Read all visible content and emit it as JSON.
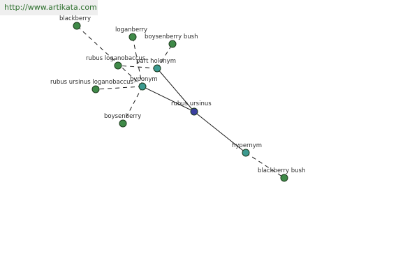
{
  "watermark": {
    "text": "http://www.artikata.com"
  },
  "colors": {
    "root": "#3a3fa0",
    "relation": "#3c9a90",
    "leaf": "#3f8a48"
  },
  "graph": {
    "nodes": [
      {
        "id": "root",
        "label": "rubus ursinus",
        "kind": "root"
      },
      {
        "id": "part-holonym",
        "label": "part holonym",
        "kind": "relation"
      },
      {
        "id": "hyponym",
        "label": "hyponym",
        "kind": "relation"
      },
      {
        "id": "hypernym",
        "label": "hypernym",
        "kind": "relation"
      },
      {
        "id": "blackberry",
        "label": "blackberry",
        "kind": "leaf"
      },
      {
        "id": "loganberry",
        "label": "loganberry",
        "kind": "leaf"
      },
      {
        "id": "boysenberry-bush",
        "label": "boysenberry bush",
        "kind": "leaf"
      },
      {
        "id": "rubus-loganobaccus",
        "label": "rubus loganobaccus",
        "kind": "leaf"
      },
      {
        "id": "rubus-ursinus-loganobaccus",
        "label": "rubus ursinus loganobaccus",
        "kind": "leaf"
      },
      {
        "id": "boysenberry",
        "label": "boysenberry",
        "kind": "leaf"
      },
      {
        "id": "blackberry-bush",
        "label": "blackberry bush",
        "kind": "leaf"
      }
    ],
    "edges": [
      {
        "from": "root",
        "to": "part-holonym",
        "style": "solid"
      },
      {
        "from": "root",
        "to": "hyponym",
        "style": "solid"
      },
      {
        "from": "root",
        "to": "hypernym",
        "style": "solid"
      },
      {
        "from": "part-holonym",
        "to": "boysenberry-bush",
        "style": "dashed"
      },
      {
        "from": "part-holonym",
        "to": "rubus-loganobaccus",
        "style": "dashed"
      },
      {
        "from": "hyponym",
        "to": "blackberry",
        "style": "dashed"
      },
      {
        "from": "hyponym",
        "to": "loganberry",
        "style": "dashed"
      },
      {
        "from": "hyponym",
        "to": "rubus-ursinus-loganobaccus",
        "style": "dashed"
      },
      {
        "from": "hyponym",
        "to": "boysenberry",
        "style": "dashed"
      },
      {
        "from": "hypernym",
        "to": "blackberry-bush",
        "style": "dashed"
      }
    ]
  }
}
